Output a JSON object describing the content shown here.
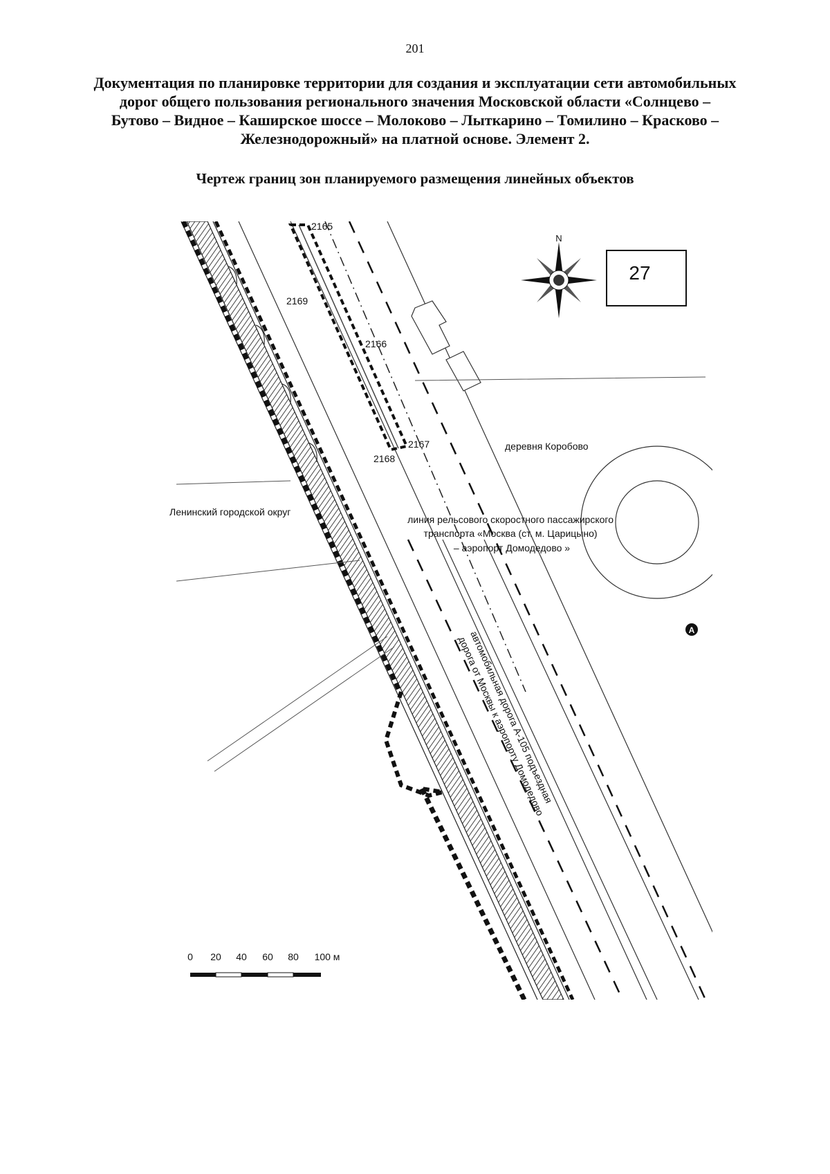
{
  "page_number": "201",
  "document_title": [
    "Документация по планировке территории для создания и эксплуатации сети автомобильных",
    "дорог общего пользования регионального значения Московской области «Солнцево –",
    "Бутово – Видное – Каширское шоссе – Молоково – Лыткарино – Томилино – Красково –",
    "Железнодорожный» на платной основе. Элемент 2."
  ],
  "drawing_title": "Чертеж границ зон планируемого размещения линейных объектов",
  "sheet_number": "27",
  "compass": {
    "north_label": "N",
    "icon": "compass-rose-icon"
  },
  "point_labels": [
    "2165",
    "2169",
    "2166",
    "2167",
    "2168"
  ],
  "map_labels": {
    "village": "деревня Коробово",
    "district": "Ленинский городской округ",
    "rail_line": [
      "линия рельсового скоростного пассажирского",
      "транспорта «Москва (ст. м. Царицыно)",
      "– аэропорт Домодедово »"
    ],
    "road": [
      "автомобильная дорога А-105 подъездная",
      "дорога от Москвы к аэропорту Домодедово"
    ],
    "marker": "A"
  },
  "scale_bar": {
    "labels": [
      "0",
      "20",
      "40",
      "60",
      "80",
      "100 м"
    ]
  }
}
